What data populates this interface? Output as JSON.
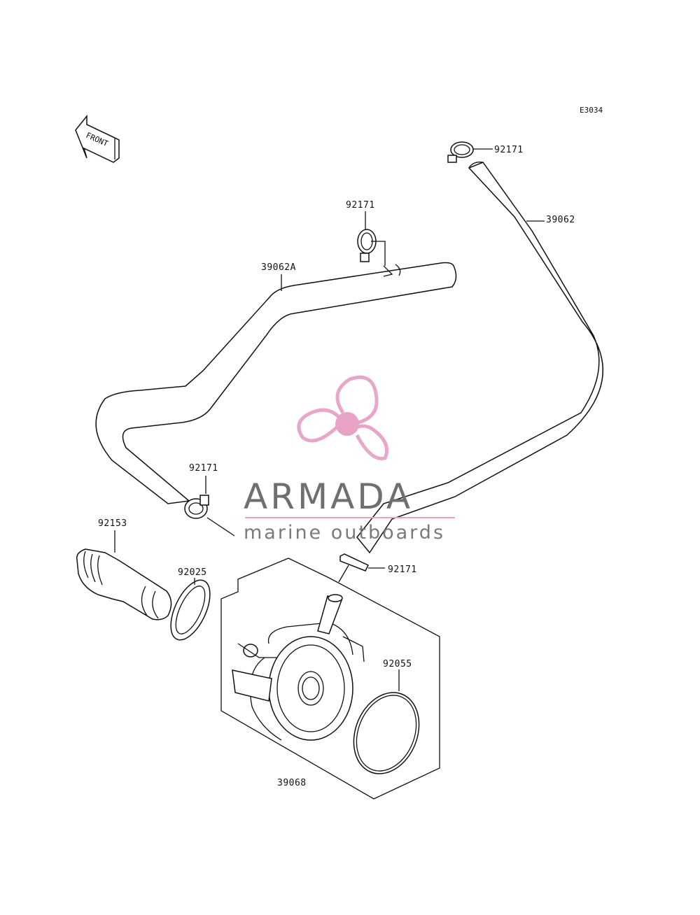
{
  "diagram": {
    "code": "E3034",
    "front_label": "FRONT",
    "callouts": {
      "clamp_top_right": "92171",
      "hose_right": "39062",
      "clamp_top_mid": "92171",
      "hose_left": "39062A",
      "clamp_left": "92171",
      "fitting": "92153",
      "gasket": "92025",
      "clamp_bottom": "92171",
      "o_ring": "92055",
      "oil_cooler": "39068"
    }
  },
  "watermark": {
    "brand": "ARMADA",
    "tagline": "marine outboards",
    "colors": {
      "propeller": "#e7a3c6",
      "hub": "#e6a0c4",
      "text": "#6f6f6f",
      "rule": "#e7a3c6"
    }
  }
}
